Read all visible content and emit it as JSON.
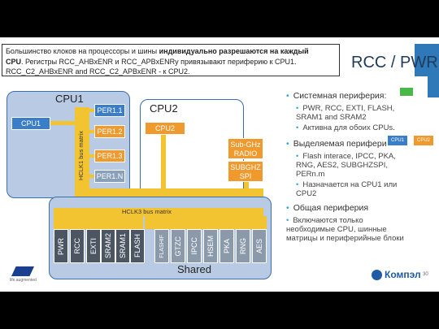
{
  "note": {
    "l1a": "Большинство клоков на процессоры и шины ",
    "l1b": "индивидуально разрешаются на каждый",
    "l2a": "CPU",
    "l2b": ". Регистры RCC_AHBxENR и RCC_APBxENRy привязывают периферию к CPU1.",
    "l3": "RCC_C2_AHBxENR and RCC_C2_APBxENR - к CPU2."
  },
  "title": "RCC / PWR",
  "diagram": {
    "cpu1_title": "CPU1",
    "cpu1_box": "CPU1",
    "hclk1": "HCLK1 bus matrix",
    "per": [
      "PER1.1",
      "PER1.2",
      "PER1.3",
      "PER1.N"
    ],
    "cpu2_title": "CPU2",
    "cpu2_box": "CPU2",
    "subghz_radio": "Sub-GHz RADIO",
    "subghz_spi": "SUBGHZ SPI",
    "hclk3": "HCLK3 bus matrix",
    "shared_title": "Shared",
    "shared_left": [
      "PWR",
      "RCC",
      "EXTI",
      "SRAM2",
      "SRAM1",
      "FLASH"
    ],
    "shared_right": [
      "FLASHIF",
      "GTZC",
      "IPCC",
      "HSEM",
      "PKA",
      "RNG",
      "AES"
    ]
  },
  "bullets": {
    "system": "Системная периферия:",
    "system_items": [
      "PWR, RCC, EXTI, FLASH, SRAM1 and SRAM2",
      "Активна для обоих CPUs."
    ],
    "dedicated": "Выделяемая периферия:",
    "dedicated_items": [
      "Flash interace, IPCC, PKA, RNG, AES2, SUBGHZSPI, PERn.m",
      "Назначается на CPU1 или CPU2"
    ],
    "common": "Общая периферия",
    "common_items": [
      "Включаются только необходимые CPU, шинные матрицы и периферийные блоки"
    ]
  },
  "legend": {
    "cpu1": "CPU1",
    "cpu2": "CPU2"
  },
  "footer": {
    "logo_st": "life.augmented",
    "brand": "Компэл",
    "page": "30"
  },
  "colors": {
    "accent": "#2f79b8",
    "yellow": "#f3c431",
    "blue": "#3a7dc9",
    "orange": "#f09a2e",
    "green": "#49b849"
  }
}
